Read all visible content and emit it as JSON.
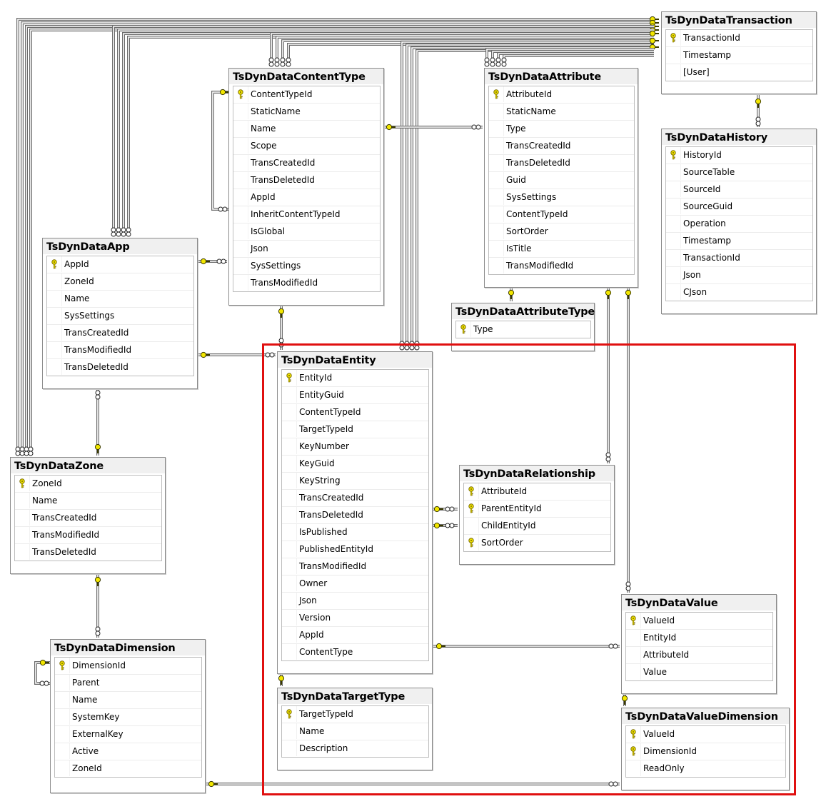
{
  "tables": [
    {
      "id": "transaction",
      "name": "TsDynDataTransaction",
      "columns": [
        {
          "name": "TransactionId",
          "pk": true
        },
        {
          "name": "Timestamp",
          "pk": false
        },
        {
          "name": "[User]",
          "pk": false
        }
      ]
    },
    {
      "id": "contenttype",
      "name": "TsDynDataContentType",
      "columns": [
        {
          "name": "ContentTypeId",
          "pk": true
        },
        {
          "name": "StaticName",
          "pk": false
        },
        {
          "name": "Name",
          "pk": false
        },
        {
          "name": "Scope",
          "pk": false
        },
        {
          "name": "TransCreatedId",
          "pk": false
        },
        {
          "name": "TransDeletedId",
          "pk": false
        },
        {
          "name": "AppId",
          "pk": false
        },
        {
          "name": "InheritContentTypeId",
          "pk": false
        },
        {
          "name": "IsGlobal",
          "pk": false
        },
        {
          "name": "Json",
          "pk": false
        },
        {
          "name": "SysSettings",
          "pk": false
        },
        {
          "name": "TransModifiedId",
          "pk": false
        }
      ]
    },
    {
      "id": "attribute",
      "name": "TsDynDataAttribute",
      "columns": [
        {
          "name": "AttributeId",
          "pk": true
        },
        {
          "name": "StaticName",
          "pk": false
        },
        {
          "name": "Type",
          "pk": false
        },
        {
          "name": "TransCreatedId",
          "pk": false
        },
        {
          "name": "TransDeletedId",
          "pk": false
        },
        {
          "name": "Guid",
          "pk": false
        },
        {
          "name": "SysSettings",
          "pk": false
        },
        {
          "name": "ContentTypeId",
          "pk": false
        },
        {
          "name": "SortOrder",
          "pk": false
        },
        {
          "name": "IsTitle",
          "pk": false
        },
        {
          "name": "TransModifiedId",
          "pk": false
        }
      ]
    },
    {
      "id": "history",
      "name": "TsDynDataHistory",
      "columns": [
        {
          "name": "HistoryId",
          "pk": true
        },
        {
          "name": "SourceTable",
          "pk": false
        },
        {
          "name": "SourceId",
          "pk": false
        },
        {
          "name": "SourceGuid",
          "pk": false
        },
        {
          "name": "Operation",
          "pk": false
        },
        {
          "name": "Timestamp",
          "pk": false
        },
        {
          "name": "TransactionId",
          "pk": false
        },
        {
          "name": "Json",
          "pk": false
        },
        {
          "name": "CJson",
          "pk": false
        }
      ]
    },
    {
      "id": "app",
      "name": "TsDynDataApp",
      "columns": [
        {
          "name": "AppId",
          "pk": true
        },
        {
          "name": "ZoneId",
          "pk": false
        },
        {
          "name": "Name",
          "pk": false
        },
        {
          "name": "SysSettings",
          "pk": false
        },
        {
          "name": "TransCreatedId",
          "pk": false
        },
        {
          "name": "TransModifiedId",
          "pk": false
        },
        {
          "name": "TransDeletedId",
          "pk": false
        }
      ]
    },
    {
      "id": "attributetype",
      "name": "TsDynDataAttributeType",
      "columns": [
        {
          "name": "Type",
          "pk": true
        }
      ]
    },
    {
      "id": "entity",
      "name": "TsDynDataEntity",
      "columns": [
        {
          "name": "EntityId",
          "pk": true
        },
        {
          "name": "EntityGuid",
          "pk": false
        },
        {
          "name": "ContentTypeId",
          "pk": false
        },
        {
          "name": "TargetTypeId",
          "pk": false
        },
        {
          "name": "KeyNumber",
          "pk": false
        },
        {
          "name": "KeyGuid",
          "pk": false
        },
        {
          "name": "KeyString",
          "pk": false
        },
        {
          "name": "TransCreatedId",
          "pk": false
        },
        {
          "name": "TransDeletedId",
          "pk": false
        },
        {
          "name": "IsPublished",
          "pk": false
        },
        {
          "name": "PublishedEntityId",
          "pk": false
        },
        {
          "name": "TransModifiedId",
          "pk": false
        },
        {
          "name": "Owner",
          "pk": false
        },
        {
          "name": "Json",
          "pk": false
        },
        {
          "name": "Version",
          "pk": false
        },
        {
          "name": "AppId",
          "pk": false
        },
        {
          "name": "ContentType",
          "pk": false
        }
      ]
    },
    {
      "id": "relationship",
      "name": "TsDynDataRelationship",
      "columns": [
        {
          "name": "AttributeId",
          "pk": true
        },
        {
          "name": "ParentEntityId",
          "pk": true
        },
        {
          "name": "ChildEntityId",
          "pk": false
        },
        {
          "name": "SortOrder",
          "pk": true
        }
      ]
    },
    {
      "id": "zone",
      "name": "TsDynDataZone",
      "columns": [
        {
          "name": "ZoneId",
          "pk": true
        },
        {
          "name": "Name",
          "pk": false
        },
        {
          "name": "TransCreatedId",
          "pk": false
        },
        {
          "name": "TransModifiedId",
          "pk": false
        },
        {
          "name": "TransDeletedId",
          "pk": false
        }
      ]
    },
    {
      "id": "value",
      "name": "TsDynDataValue",
      "columns": [
        {
          "name": "ValueId",
          "pk": true
        },
        {
          "name": "EntityId",
          "pk": false
        },
        {
          "name": "AttributeId",
          "pk": false
        },
        {
          "name": "Value",
          "pk": false
        }
      ]
    },
    {
      "id": "dimension",
      "name": "TsDynDataDimension",
      "columns": [
        {
          "name": "DimensionId",
          "pk": true
        },
        {
          "name": "Parent",
          "pk": false
        },
        {
          "name": "Name",
          "pk": false
        },
        {
          "name": "SystemKey",
          "pk": false
        },
        {
          "name": "ExternalKey",
          "pk": false
        },
        {
          "name": "Active",
          "pk": false
        },
        {
          "name": "ZoneId",
          "pk": false
        }
      ]
    },
    {
      "id": "targettype",
      "name": "TsDynDataTargetType",
      "columns": [
        {
          "name": "TargetTypeId",
          "pk": true
        },
        {
          "name": "Name",
          "pk": false
        },
        {
          "name": "Description",
          "pk": false
        }
      ]
    },
    {
      "id": "valuedimension",
      "name": "TsDynDataValueDimension",
      "columns": [
        {
          "name": "ValueId",
          "pk": true
        },
        {
          "name": "DimensionId",
          "pk": true
        },
        {
          "name": "ReadOnly",
          "pk": false
        }
      ]
    }
  ],
  "colors": {
    "key": "#f2e600",
    "keyOutline": "#7a6b00",
    "line": "#6b6b6b",
    "highlight": "#e01010"
  },
  "icons": {
    "primary_key": "key-icon",
    "relationship_one": "key-end-icon",
    "relationship_many": "infinity-end-icon"
  }
}
